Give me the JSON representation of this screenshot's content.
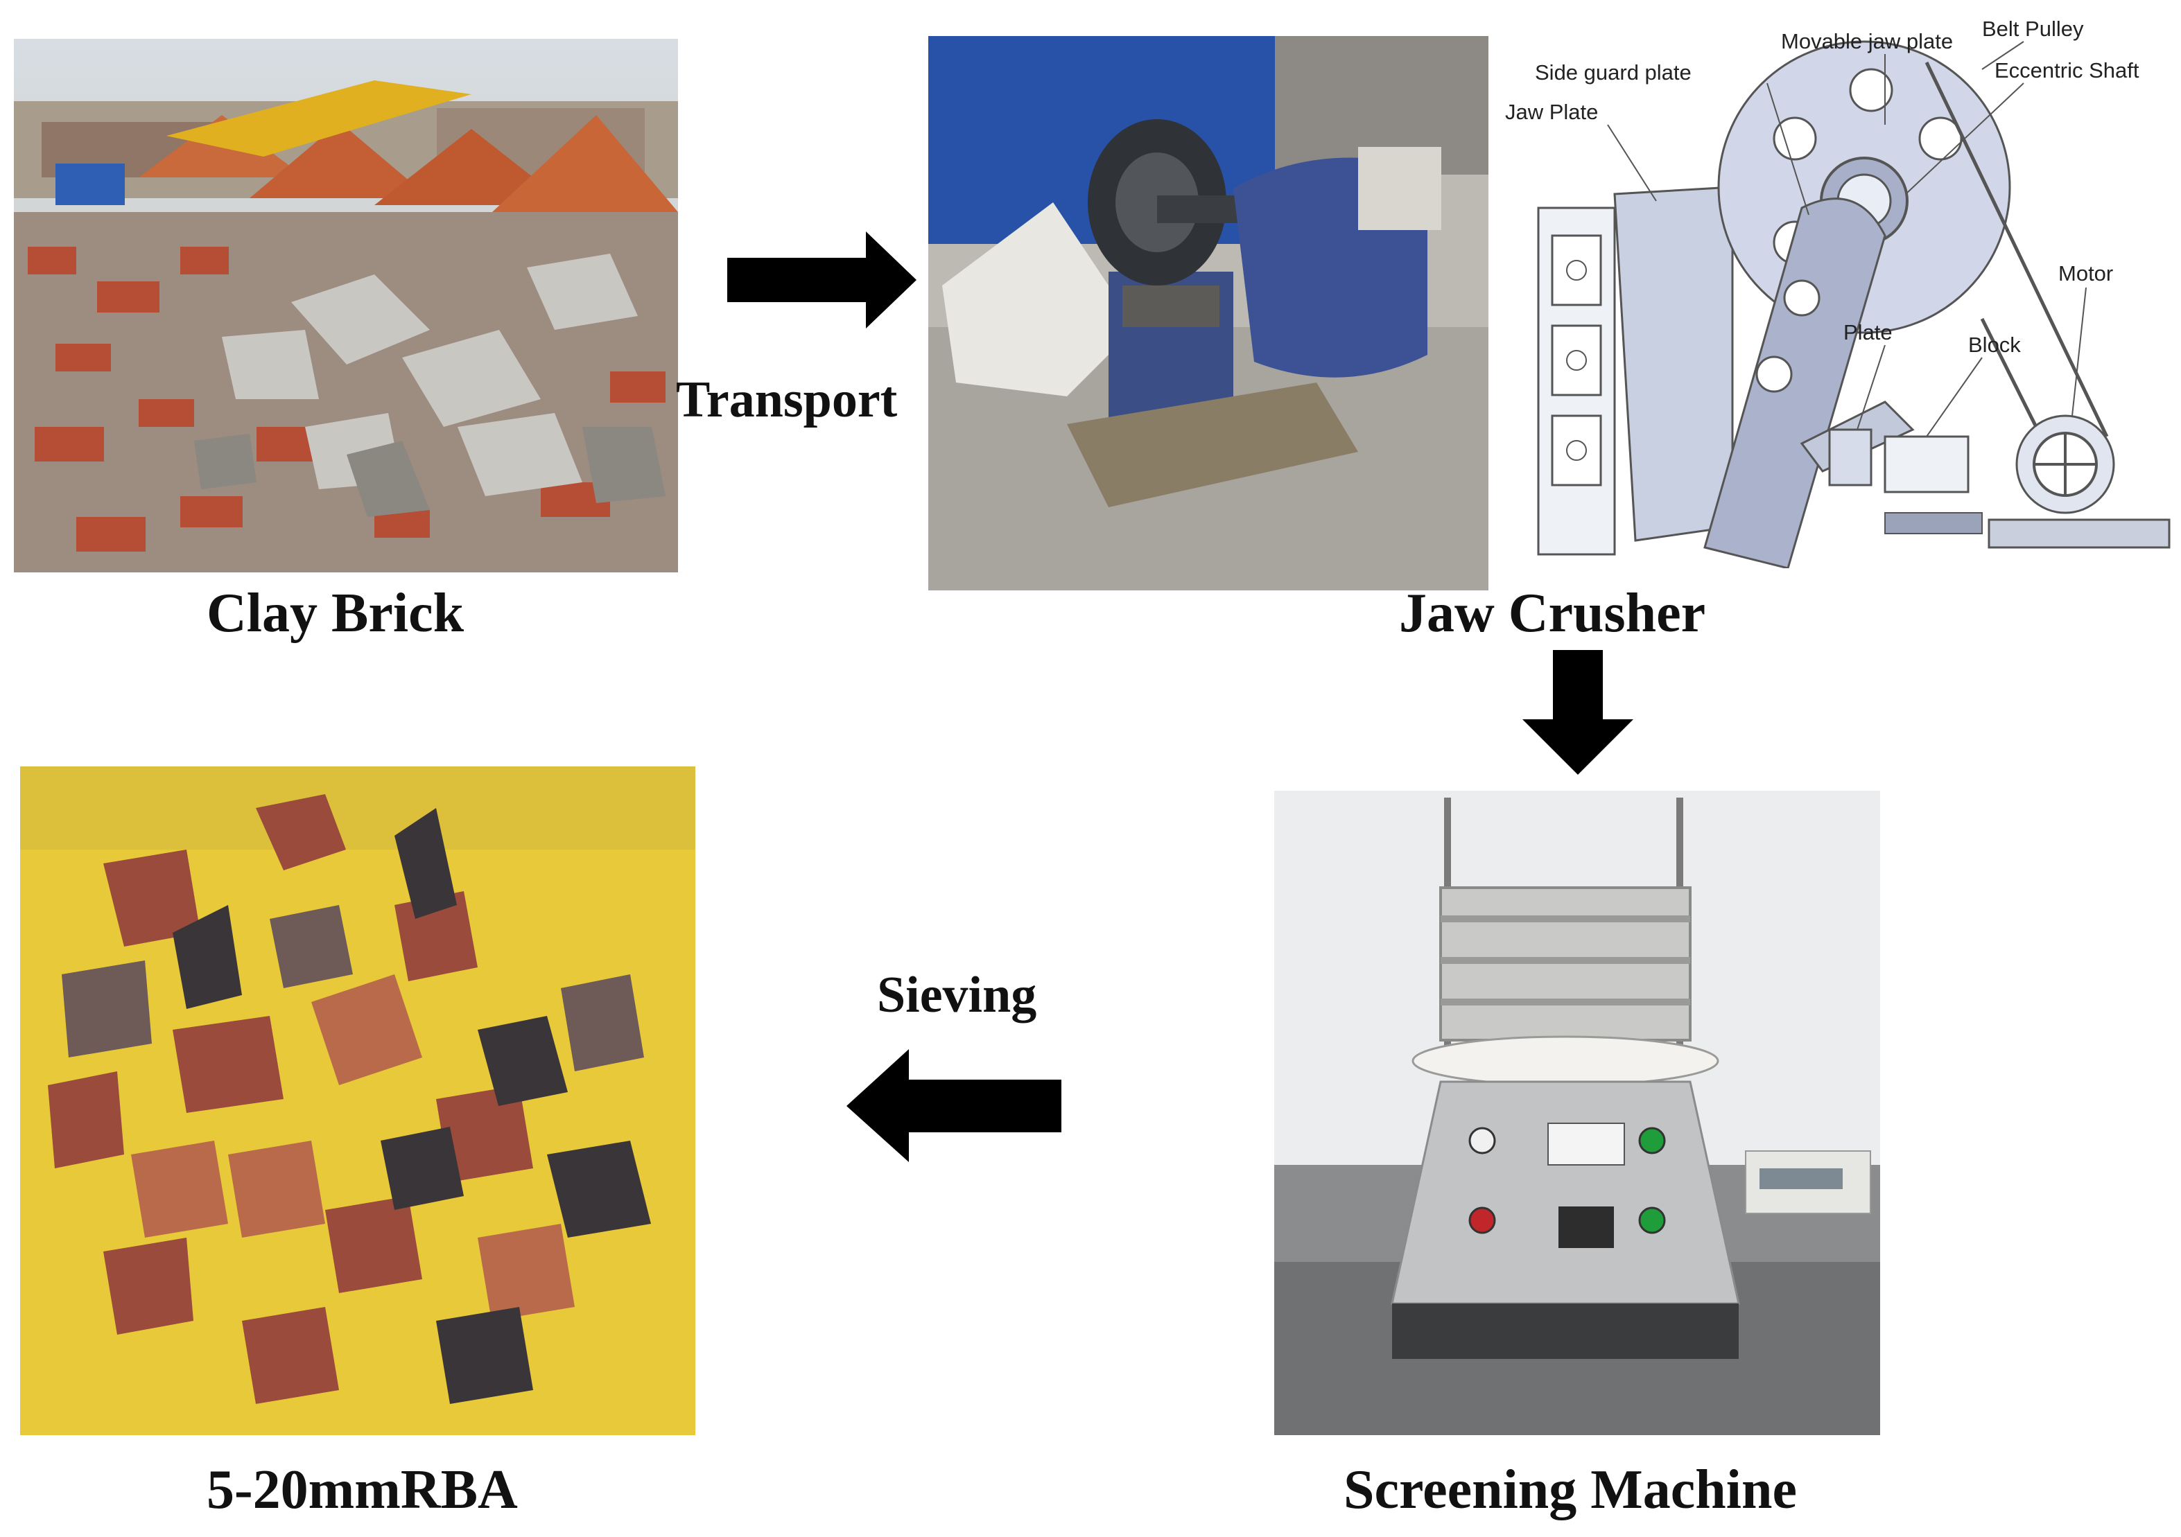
{
  "panels": {
    "clay_brick": {
      "caption": "Clay Brick"
    },
    "jaw_crusher": {
      "caption": "Jaw Crusher"
    },
    "screening_machine": {
      "caption": "Screening Machine"
    },
    "rba": {
      "caption": "5-20mmRBA"
    }
  },
  "arrows": {
    "transport": {
      "label": "Transport",
      "direction": "right"
    },
    "crush_to_screen": {
      "label": "",
      "direction": "down"
    },
    "sieving": {
      "label": "Sieving",
      "direction": "left"
    }
  },
  "schematic_labels": {
    "movable_jaw_plate": "Movable jaw plate",
    "belt_pulley": "Belt Pulley",
    "side_guard_plate": "Side guard plate",
    "eccentric_shaft": "Eccentric Shaft",
    "jaw_plate": "Jaw Plate",
    "motor": "Motor",
    "plate": "Plate",
    "block": "Block"
  },
  "colors": {
    "arrow": "#000000",
    "brick": "#b3553b",
    "sieve_panel": "#ece8dc",
    "rba_background": "#e8c93a"
  }
}
